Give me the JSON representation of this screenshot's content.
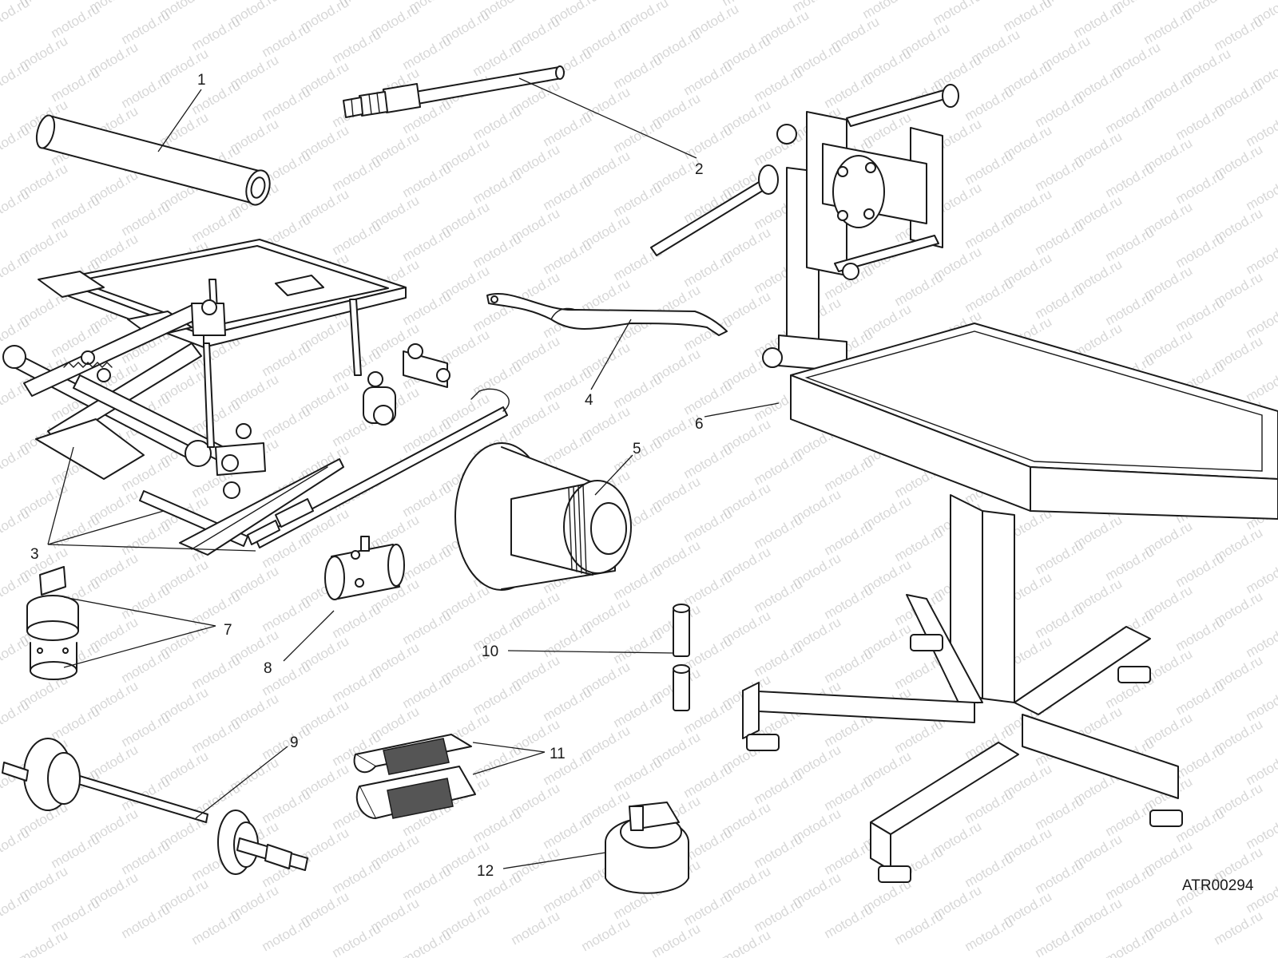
{
  "watermark": {
    "text": "motod.ru"
  },
  "drawing_code": "ATR00294",
  "callouts": [
    {
      "id": "1",
      "label": "1"
    },
    {
      "id": "2",
      "label": "2"
    },
    {
      "id": "3",
      "label": "3"
    },
    {
      "id": "4",
      "label": "4"
    },
    {
      "id": "5",
      "label": "5"
    },
    {
      "id": "6",
      "label": "6"
    },
    {
      "id": "7",
      "label": "7"
    },
    {
      "id": "8",
      "label": "8"
    },
    {
      "id": "9",
      "label": "9"
    },
    {
      "id": "10",
      "label": "10"
    },
    {
      "id": "11",
      "label": "11"
    },
    {
      "id": "12",
      "label": "12"
    }
  ]
}
